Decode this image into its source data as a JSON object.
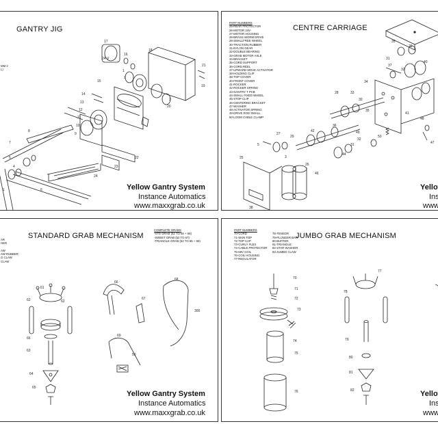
{
  "panels": {
    "gantry": {
      "title": "GANTRY JIG",
      "brand": "Yellow Gantry System",
      "company": "Instance Automatics",
      "website": "www.maxxgrab.co.uk",
      "edge_note": [
        "MM 2",
        "L)"
      ],
      "callouts": [
        "24",
        "17",
        "16",
        "18",
        "21",
        "2",
        "1",
        "15",
        "14",
        "19",
        "13",
        "20",
        "12",
        "11",
        "10",
        "9",
        "8",
        "22",
        "7",
        "23",
        "6",
        "5",
        "4",
        "3",
        "24",
        "1"
      ]
    },
    "centre": {
      "title": "CENTRE CARRIAGE",
      "brand": "Yellow",
      "company": "Inst",
      "website": "www.m",
      "parts_heading": "PART NUMBERS",
      "parts": [
        "25-REAR PROTECTOR",
        "26-MOTOR 24V",
        "27-MOTOR HOUSING",
        "28-BRASS WORM DRIVE",
        "29-SMALLFREE WHEEL",
        "30-TRACTION RUBBER",
        "31-NYLON GEAR",
        "32-DOUBLE BEARING",
        "33-GRAB MOTOR AXLE",
        "34-BRACKET",
        "35-CORD SUPPORT",
        "36-CORD REEL",
        "37-UPWARD MOVE ACTIVATOR",
        "38-HOLDING CLIP",
        "39-TOP COVER",
        "40-FRONT COVER",
        "41-ROCKER",
        "42-ROCKER SPRING",
        "43-GANTRY T PCB",
        "44-SMALL FIXED WHEEL",
        "45-STOP CLIP",
        "46-CENTERING BRACKET",
        "47-WASHER",
        "48-ACTIVATOR SPRING",
        "49-DRIVE ROD SMALL",
        "50-LOOM CABLE CLAMP"
      ],
      "callouts": [
        "35",
        "29",
        "37",
        "40",
        "32",
        "31",
        "34",
        "28",
        "33",
        "30",
        "35",
        "41",
        "48",
        "50",
        "44",
        "47",
        "49",
        "27",
        "29",
        "42",
        "3",
        "5",
        "26",
        "25",
        "38",
        "46",
        "31",
        "32",
        "36"
      ]
    },
    "standard": {
      "title": "STANDARD GRAB MECHANISM",
      "brand": "Yellow Gantry System",
      "company": "Instance Automatics",
      "website": "www.maxxgrab.co.uk",
      "left_list": [
        "AR",
        "HER",
        "",
        "AW",
        "AW RUBBER",
        "O CLAW",
        "CLAW"
      ],
      "complete_heading": "COMPLETE GRABS",
      "complete": [
        "-STD GRAB (52 TO 65 + 68)",
        "-SWEET GRAB (52 TO 67)",
        "-TRIANGLE GRAB (52 TO 65 + 69)"
      ],
      "callouts": [
        "61",
        "62",
        "66",
        "63",
        "64",
        "65",
        "66",
        "67",
        "68",
        "300",
        "69",
        "50"
      ]
    },
    "jumbo": {
      "title": "JUMBO GRAB MECHANISM",
      "brand": "Yellow",
      "company": "Inst",
      "website": "www",
      "parts_heading": "PART NUMBERS",
      "parts_left": [
        "70-CORD",
        "71-SKIN TOP",
        "72-TOP CAP",
        "73-CURLY FLEX",
        "74-CABLE PROTECTOR",
        "75-69V COIL",
        "76-COIL HOUSING",
        "77-REGULATOR"
      ],
      "parts_right": [
        "78-TENSOR",
        "79-PLUNGER BAR",
        "80-BUFFER",
        "81-TRIANGLE",
        "82-STAR WASHER",
        "83-JUMBO CLAW"
      ],
      "callouts": [
        "70",
        "71",
        "72",
        "73",
        "74",
        "75",
        "76",
        "77",
        "78",
        "79",
        "80",
        "81",
        "82"
      ]
    }
  }
}
